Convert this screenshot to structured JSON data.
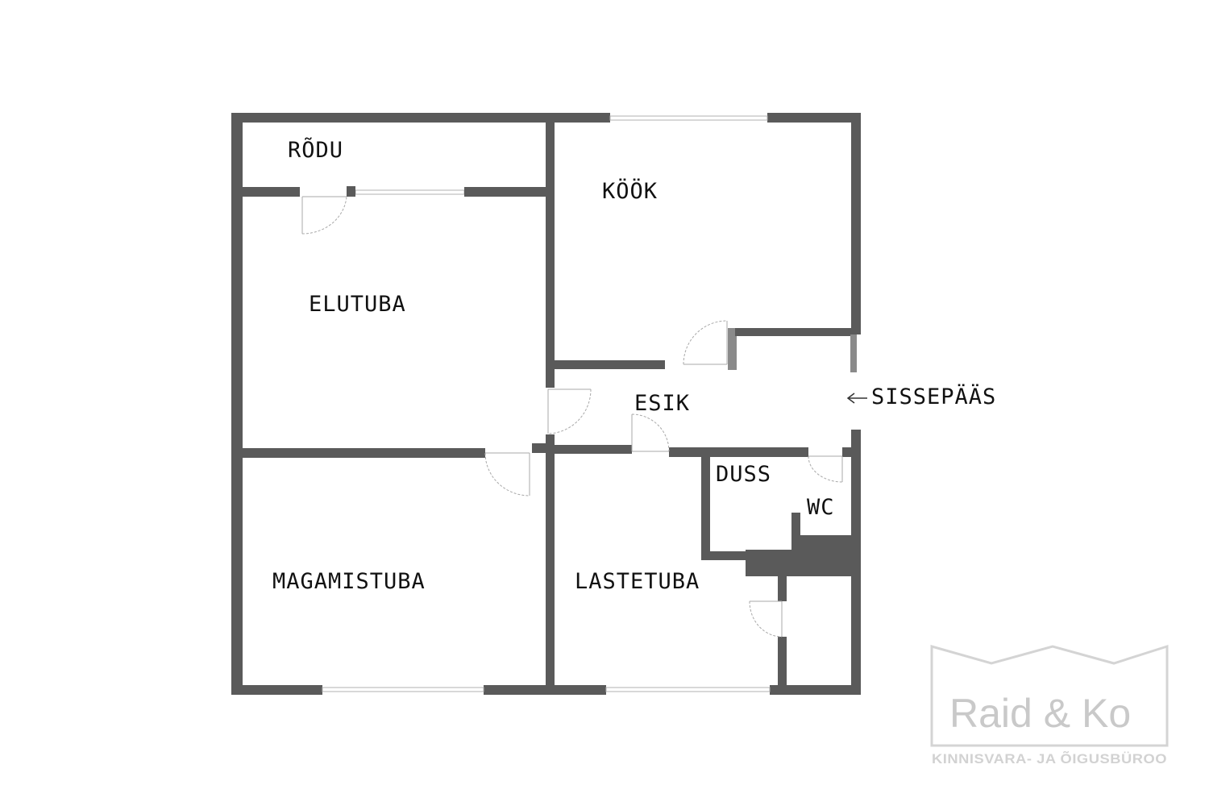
{
  "rooms": {
    "rodu": "RÕDU",
    "kook": "KÖÖK",
    "elutuba": "ELUTUBA",
    "esik": "ESIK",
    "sissepaas": "SISSEPÄÄS",
    "duss": "DUSS",
    "wc": "WC",
    "magamistuba": "MAGAMISTUBA",
    "lastetuba": "LASTETUBA"
  },
  "logo": {
    "name": "Raid & Ko",
    "tagline": "KINNISVARA- JA ÕIGUSBÜROO"
  },
  "colors": {
    "wall": "#5a5a5a",
    "background": "#ffffff",
    "logo": "#c9c9c9"
  }
}
